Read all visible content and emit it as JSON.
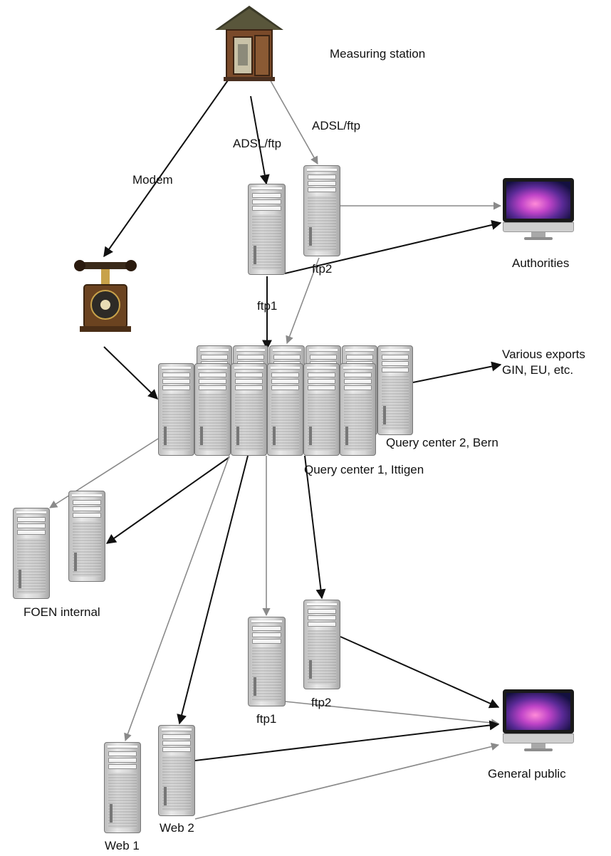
{
  "labels": {
    "measuring_station": "Measuring station",
    "adsl_ftp_left": "ADSL/ftp",
    "adsl_ftp_right": "ADSL/ftp",
    "modem": "Modem",
    "ftp1_top": "ftp1",
    "ftp2_top": "ftp2",
    "authorities": "Authorities",
    "various_exports": "Various exports",
    "exports_targets": "GIN, EU, etc.",
    "query_center_2": "Query center 2, Bern",
    "query_center_1": "Query center 1, Ittigen",
    "foen_internal": "FOEN internal",
    "ftp1_bottom": "ftp1",
    "ftp2_bottom": "ftp2",
    "general_public": "General public",
    "web1": "Web 1",
    "web2": "Web 2"
  },
  "icons": {
    "station": "measuring-station-hut-icon",
    "phone": "telephone-icon",
    "server": "server-tower-icon",
    "monitor": "monitor-icon"
  },
  "colors": {
    "arrow_dark": "#111111",
    "arrow_grey": "#8a8a8a",
    "text": "#111111"
  }
}
